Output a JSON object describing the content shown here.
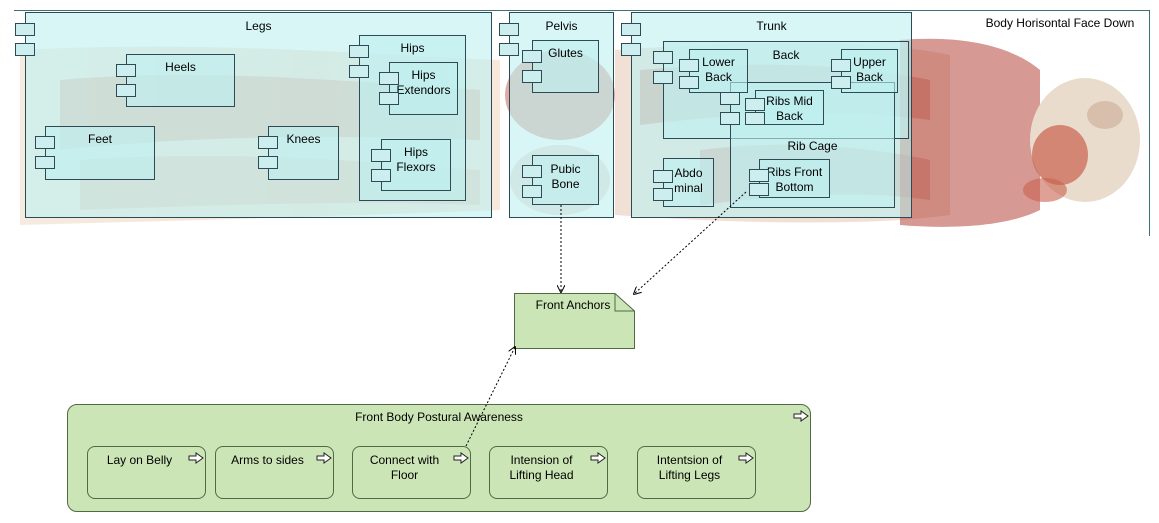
{
  "view": {
    "title": "Body Horisontal Face Down"
  },
  "colors": {
    "component_fill": "#bef0f0",
    "component_border": "#2e4a55",
    "note_fill": "#cce5b6",
    "process_fill": "#cce5b6",
    "skin": "#f0dcc8",
    "muscle": "#b5463a"
  },
  "components": {
    "legs": "Legs",
    "heels": "Heels",
    "feet": "Feet",
    "knees": "Knees",
    "hips": "Hips",
    "hips_extendors": "Hips\nExtendors",
    "hips_flexors": "Hips\nFlexors",
    "pelvis": "Pelvis",
    "glutes": "Glutes",
    "pubic_bone": "Pubic\nBone",
    "trunk": "Trunk",
    "back": "Back",
    "lower_back": "Lower\nBack",
    "upper_back": "Upper\nBack",
    "ribs_mid_back": "Ribs Mid\nBack",
    "rib_cage": "Rib Cage",
    "abdominal": "Abdo\nminal",
    "ribs_front_bottom": "Ribs Front\nBottom"
  },
  "note": {
    "label": "Front Anchors"
  },
  "process": {
    "label": "Front Body Postural Awareness",
    "icon": "process-arrow-icon",
    "steps": [
      {
        "label": "Lay on Belly",
        "icon": "process-arrow-icon"
      },
      {
        "label": "Arms to sides",
        "icon": "process-arrow-icon"
      },
      {
        "label": "Connect with\nFloor",
        "icon": "process-arrow-icon"
      },
      {
        "label": "Intension of\nLifting Head",
        "icon": "process-arrow-icon"
      },
      {
        "label": "Intentsion of\nLifting Legs",
        "icon": "process-arrow-icon"
      }
    ]
  }
}
